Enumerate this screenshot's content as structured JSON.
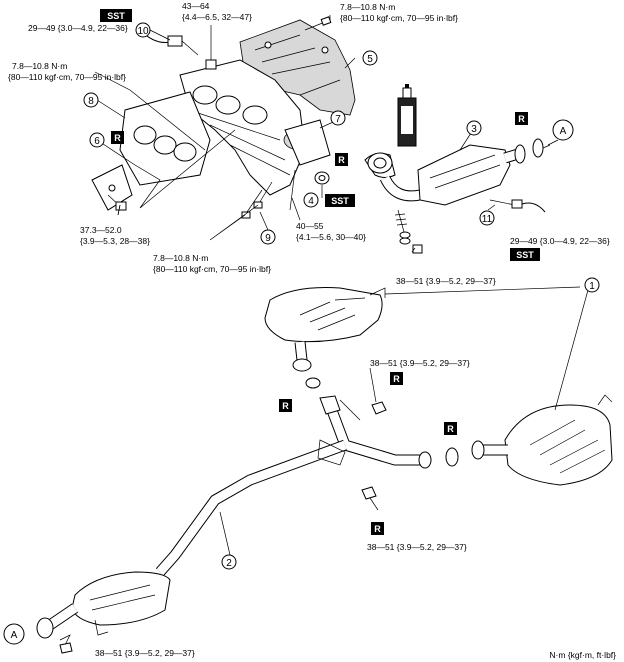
{
  "callouts": {
    "c1": "1",
    "c2": "2",
    "c3": "3",
    "c4": "4",
    "c5": "5",
    "c6": "6",
    "c7": "7",
    "c8": "8",
    "c9": "9",
    "c10": "10",
    "c11": "11"
  },
  "badges": {
    "sst": "SST",
    "r": "R"
  },
  "refs": {
    "a": "A"
  },
  "torques": {
    "t_43_64": "43—64",
    "t_43_64_sub": "{4.4—6.5, 32—47}",
    "t_29_49_top": "29—49 {3.0—4.9, 22—36}",
    "t_78_top_right": "7.8—10.8 N·m",
    "t_78_top_right_sub": "{80—110 kgf·cm, 70—95 in·lbf}",
    "t_78_left": "7.8—10.8 N·m",
    "t_78_left_sub": "{80—110 kgf·cm, 70—95 in·lbf}",
    "t_373": "37.3—52.0",
    "t_373_sub": "{3.9—5.3, 28—38}",
    "t_40_55": "40—55",
    "t_40_55_sub": "{4.1—5.6, 30—40}",
    "t_78_bottom": "7.8—10.8 N·m",
    "t_78_bottom_sub": "{80—110 kgf·cm, 70—95 in·lbf}",
    "t_29_49_right": "29—49 {3.0—4.9, 22—36}",
    "t_38_51_a": "38—51 {3.9—5.2, 29—37}",
    "t_38_51_b": "38—51 {3.9—5.2, 29—37}",
    "t_38_51_c": "38—51 {3.9—5.2, 29—37}",
    "t_38_51_d": "38—51 {3.9—5.2, 29—37}"
  },
  "footer": {
    "units": "N·m {kgf·m, ft·lbf}"
  }
}
